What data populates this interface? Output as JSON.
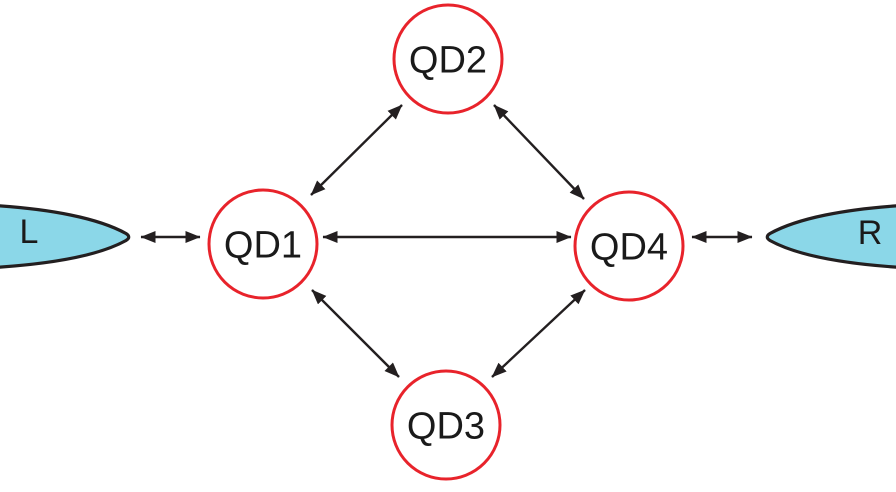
{
  "diagram": {
    "dots": [
      {
        "id": "QD1",
        "label": "QD1"
      },
      {
        "id": "QD2",
        "label": "QD2"
      },
      {
        "id": "QD3",
        "label": "QD3"
      },
      {
        "id": "QD4",
        "label": "QD4"
      }
    ],
    "leads": [
      {
        "id": "L",
        "label": "L",
        "side": "left"
      },
      {
        "id": "R",
        "label": "R",
        "side": "right"
      }
    ],
    "couplings": [
      {
        "from": "L",
        "to": "QD1",
        "bidirectional": true
      },
      {
        "from": "QD1",
        "to": "QD2",
        "bidirectional": true
      },
      {
        "from": "QD2",
        "to": "QD4",
        "bidirectional": true
      },
      {
        "from": "QD1",
        "to": "QD4",
        "bidirectional": true
      },
      {
        "from": "QD1",
        "to": "QD3",
        "bidirectional": true
      },
      {
        "from": "QD3",
        "to": "QD4",
        "bidirectional": true
      },
      {
        "from": "QD4",
        "to": "R",
        "bidirectional": true
      }
    ],
    "colors": {
      "dot_outline": "#e8232b",
      "dot_fill": "#ffffff",
      "lead_fill": "#8bd7e8",
      "lead_outline": "#231f20",
      "arrow": "#231f20",
      "text": "#1a1a1a",
      "background": "#ffffff"
    }
  }
}
